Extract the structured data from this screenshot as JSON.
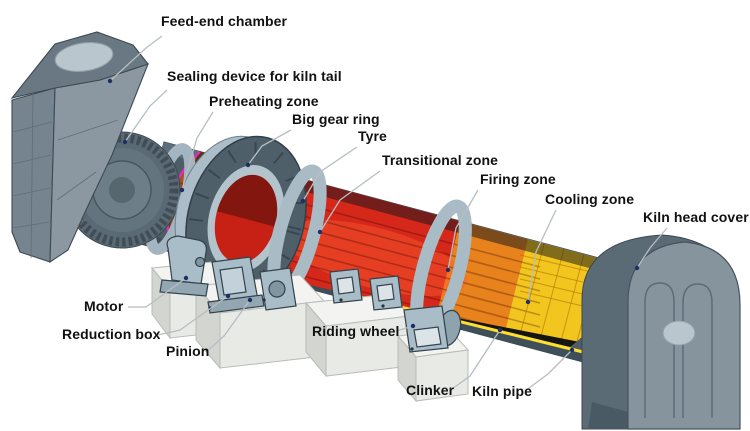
{
  "diagram_type": "rotary-kiln-structure-cutaway",
  "labels": {
    "feed_end_chamber": "Feed-end chamber",
    "sealing_device": "Sealing device for kiln tail",
    "preheating_zone": "Preheating zone",
    "big_gear_ring": "Big gear ring",
    "tyre": "Tyre",
    "transitional_zone": "Transitional zone",
    "firing_zone": "Firing zone",
    "cooling_zone": "Cooling zone",
    "kiln_head_cover": "Kiln head cover",
    "motor": "Motor",
    "reduction_box": "Reduction box",
    "pinion": "Pinion",
    "riding_wheel": "Riding wheel",
    "clinker": "Clinker",
    "kiln_pipe": "Kiln pipe"
  },
  "colors": {
    "background": "#ffffff",
    "kiln_shell": "#4d5d68",
    "shell_highlight": "#5d6e79",
    "shell_shadow": "#3f4f59",
    "preheating_zone_fill": "#a84f22",
    "magenta_cut_edge": "#e02cc0",
    "transitional_zone_fill": "#d6281a",
    "firing_zone_fill": "#e8821c",
    "cooling_zone_fill": "#f2c51f",
    "clinker_bed": "#141410",
    "lining_edge_yellow": "#ffdf2e",
    "tyre_ring": "#a9bcc6",
    "gear_ring_dark": "#4f5f6a",
    "chamber_face": "#8b98a1",
    "head_cover_front": "#86949d",
    "head_cover_side": "#5b6b75",
    "concrete_base": "#e8eae5",
    "machinery_blue": "#a9bdc9",
    "leader_line": "#b6bec2",
    "leader_dot": "#1e2f66",
    "label_text": "#111111"
  }
}
